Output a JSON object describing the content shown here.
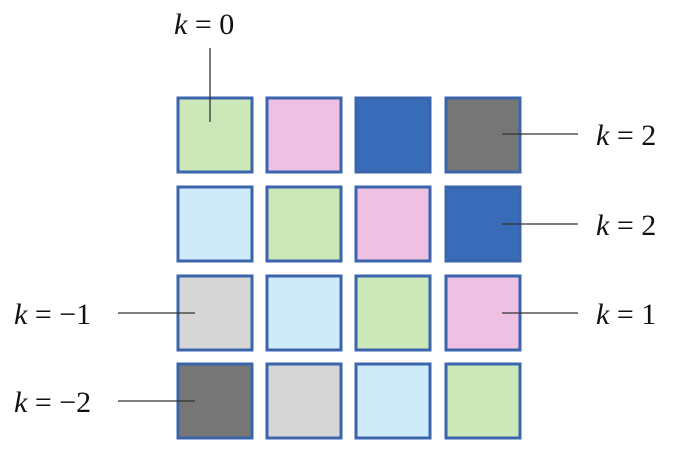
{
  "colors": {
    "border": "#3a65ad",
    "green": "#cde8b8",
    "pink": "#eec1e3",
    "blue": "#386bb8",
    "dark_gray": "#767676",
    "light_blue": "#cfeaf8",
    "light_gray": "#d6d6d6"
  },
  "grid": [
    [
      "green",
      "pink",
      "blue",
      "dark_gray"
    ],
    [
      "light_blue",
      "green",
      "pink",
      "blue"
    ],
    [
      "light_gray",
      "light_blue",
      "green",
      "pink"
    ],
    [
      "dark_gray",
      "light_gray",
      "light_blue",
      "green"
    ]
  ],
  "labels": {
    "top_k0": {
      "var": "k",
      "rest": " = 0"
    },
    "right_row1": {
      "var": "k",
      "rest": " = 2"
    },
    "right_row2": {
      "var": "k",
      "rest": " = 2"
    },
    "right_row3": {
      "var": "k",
      "rest": " = 1"
    },
    "left_row3": {
      "var": "k",
      "rest": " = −1"
    },
    "left_row4": {
      "var": "k",
      "rest": " = −2"
    }
  }
}
